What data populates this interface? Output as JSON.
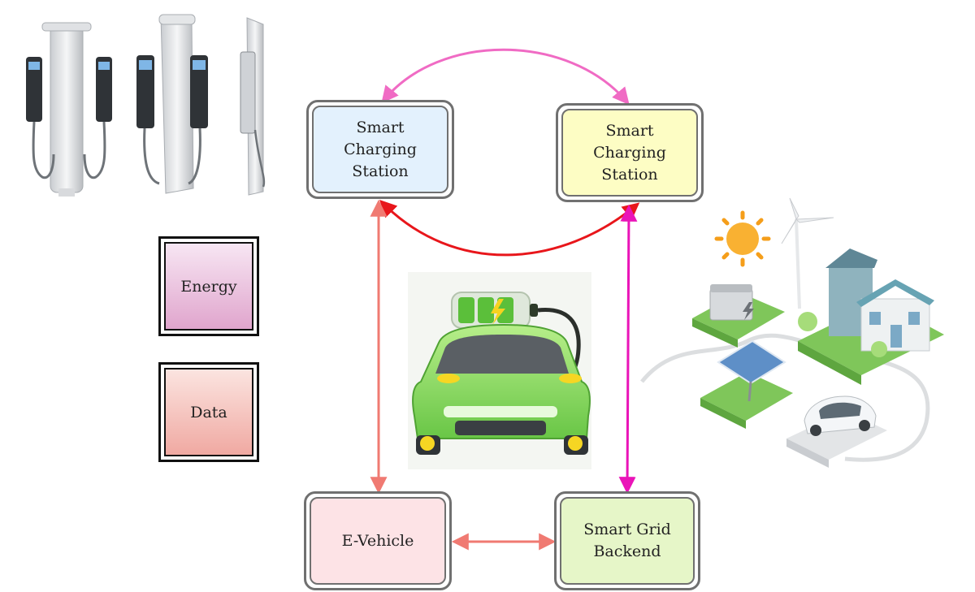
{
  "nodes": {
    "station_left": {
      "label": "Smart\nCharging\nStation",
      "fill": "#e3f1fd"
    },
    "station_right": {
      "label": "Smart\nCharging\nStation",
      "fill": "#fdfdc4"
    },
    "ev": {
      "label": "E-Vehicle",
      "fill": "#fde3e6"
    },
    "grid": {
      "label": "Smart Grid\nBackend",
      "fill": "#e6f6c8"
    }
  },
  "legend": {
    "energy": {
      "label": "Energy",
      "fill_top": "#f7e6f3",
      "fill_bottom": "#e0a5cd"
    },
    "data": {
      "label": "Data",
      "fill_top": "#fbe4e0",
      "fill_bottom": "#f0a9a2"
    }
  },
  "connections": [
    {
      "from": "station_left",
      "to": "station_right",
      "color": "#f06bc4",
      "style": "arc-top"
    },
    {
      "from": "station_left",
      "to": "station_right",
      "color": "#e8161b",
      "style": "arc-bottom"
    },
    {
      "from": "station_left",
      "to": "ev",
      "color": "#f07a72",
      "style": "straight"
    },
    {
      "from": "station_right",
      "to": "grid",
      "color": "#ea14b8",
      "style": "straight"
    },
    {
      "from": "ev",
      "to": "grid",
      "color": "#f07a72",
      "style": "straight"
    }
  ],
  "illustrations": [
    {
      "name": "charging-stations-illustration"
    },
    {
      "name": "electric-car-illustration"
    },
    {
      "name": "smart-grid-city-illustration"
    }
  ]
}
